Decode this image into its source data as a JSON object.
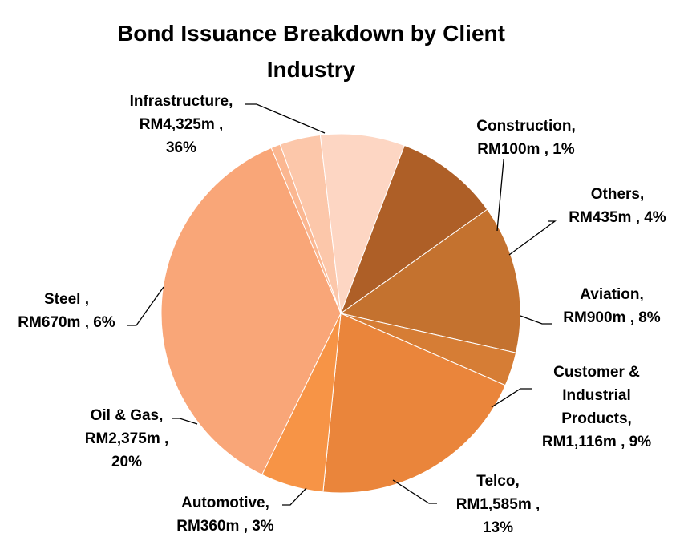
{
  "chart_data": {
    "type": "pie",
    "title": [
      "Bond Issuance Breakdown by Client",
      "Industry"
    ],
    "slices": [
      {
        "category": "Infrastructure",
        "value": 4325,
        "percent": 36,
        "color": "#F9A678",
        "label_lines": [
          "Infrastructure,",
          "RM4,325m ,",
          "36%"
        ]
      },
      {
        "category": "Construction",
        "value": 100,
        "percent": 1,
        "color": "#FBB791",
        "label_lines": [
          "Construction,",
          "RM100m , 1%"
        ]
      },
      {
        "category": "Others",
        "value": 435,
        "percent": 4,
        "color": "#FCC7AA",
        "label_lines": [
          "Others,",
          "RM435m , 4%"
        ]
      },
      {
        "category": "Aviation",
        "value": 900,
        "percent": 8,
        "color": "#FDD6C3",
        "label_lines": [
          "Aviation,",
          "RM900m , 8%"
        ]
      },
      {
        "category": "Customer & Industrial Products",
        "value": 1116,
        "percent": 9,
        "color": "#AE5F27",
        "label_lines": [
          "Customer &",
          "Industrial",
          "Products,",
          "RM1,116m , 9%"
        ]
      },
      {
        "category": "Telco",
        "value": 1585,
        "percent": 13,
        "color": "#C4722F",
        "label_lines": [
          "Telco,",
          "RM1,585m ,",
          "13%"
        ]
      },
      {
        "category": "Automotive",
        "value": 360,
        "percent": 3,
        "color": "#D67D35",
        "label_lines": [
          "Automotive,",
          "RM360m , 3%"
        ]
      },
      {
        "category": "Oil & Gas",
        "value": 2375,
        "percent": 20,
        "color": "#EA853B",
        "label_lines": [
          "Oil & Gas,",
          "RM2,375m ,",
          "20%"
        ]
      },
      {
        "category": "Steel",
        "value": 670,
        "percent": 6,
        "color": "#F79446",
        "label_lines": [
          "Steel ,",
          "RM670m , 6%"
        ]
      }
    ],
    "legend": "none"
  }
}
